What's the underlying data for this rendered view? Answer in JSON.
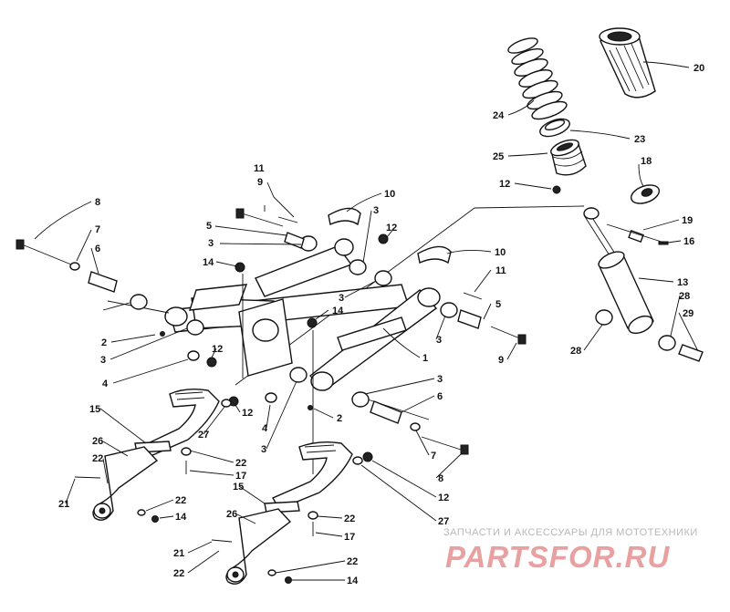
{
  "callouts": [
    {
      "id": "c-20-a",
      "text": "20"
    },
    {
      "id": "c-24-a",
      "text": "24"
    },
    {
      "id": "c-23-a",
      "text": "23"
    },
    {
      "id": "c-25-a",
      "text": "25"
    },
    {
      "id": "c-18-a",
      "text": "18"
    },
    {
      "id": "c-12-a",
      "text": "12"
    },
    {
      "id": "c-19-a",
      "text": "19"
    },
    {
      "id": "c-16-a",
      "text": "16"
    },
    {
      "id": "c-13-a",
      "text": "13"
    },
    {
      "id": "c-28-a",
      "text": "28"
    },
    {
      "id": "c-29-a",
      "text": "29"
    },
    {
      "id": "c-28-b",
      "text": "28"
    },
    {
      "id": "c-11-a",
      "text": "11"
    },
    {
      "id": "c-9-a",
      "text": "9"
    },
    {
      "id": "c-10-a",
      "text": "10"
    },
    {
      "id": "c-5-a",
      "text": "5"
    },
    {
      "id": "c-3-a",
      "text": "3"
    },
    {
      "id": "c-3-b",
      "text": "3"
    },
    {
      "id": "c-12-b",
      "text": "12"
    },
    {
      "id": "c-8-a",
      "text": "8"
    },
    {
      "id": "c-7-a",
      "text": "7"
    },
    {
      "id": "c-6-a",
      "text": "6"
    },
    {
      "id": "c-14-a",
      "text": "14"
    },
    {
      "id": "c-10-b",
      "text": "10"
    },
    {
      "id": "c-11-b",
      "text": "11"
    },
    {
      "id": "c-5-b",
      "text": "5"
    },
    {
      "id": "c-3-c",
      "text": "3"
    },
    {
      "id": "c-14-b",
      "text": "14"
    },
    {
      "id": "c-3-d",
      "text": "3"
    },
    {
      "id": "c-2-a",
      "text": "2"
    },
    {
      "id": "c-3-e",
      "text": "3"
    },
    {
      "id": "c-1-a",
      "text": "1"
    },
    {
      "id": "c-9-b",
      "text": "9"
    },
    {
      "id": "c-12-c",
      "text": "12"
    },
    {
      "id": "c-4-a",
      "text": "4"
    },
    {
      "id": "c-3-f",
      "text": "3"
    },
    {
      "id": "c-6-b",
      "text": "6"
    },
    {
      "id": "c-15-a",
      "text": "15"
    },
    {
      "id": "c-12-d",
      "text": "12"
    },
    {
      "id": "c-27-a",
      "text": "27"
    },
    {
      "id": "c-4-b",
      "text": "4"
    },
    {
      "id": "c-2-b",
      "text": "2"
    },
    {
      "id": "c-3-g",
      "text": "3"
    },
    {
      "id": "c-26-a",
      "text": "26"
    },
    {
      "id": "c-22-a",
      "text": "22"
    },
    {
      "id": "c-22-b",
      "text": "22"
    },
    {
      "id": "c-17-a",
      "text": "17"
    },
    {
      "id": "c-7-b",
      "text": "7"
    },
    {
      "id": "c-8-b",
      "text": "8"
    },
    {
      "id": "c-21-a",
      "text": "21"
    },
    {
      "id": "c-22-c",
      "text": "22"
    },
    {
      "id": "c-14-c",
      "text": "14"
    },
    {
      "id": "c-12-e",
      "text": "12"
    },
    {
      "id": "c-15-b",
      "text": "15"
    },
    {
      "id": "c-27-b",
      "text": "27"
    },
    {
      "id": "c-26-b",
      "text": "26"
    },
    {
      "id": "c-22-d",
      "text": "22"
    },
    {
      "id": "c-17-b",
      "text": "17"
    },
    {
      "id": "c-21-b",
      "text": "21"
    },
    {
      "id": "c-22-e",
      "text": "22"
    },
    {
      "id": "c-22-f",
      "text": "22"
    },
    {
      "id": "c-14-d",
      "text": "14"
    }
  ],
  "watermark": {
    "tagline": "ЗАПЧАСТИ И АКСЕССУАРЫ ДЛЯ МОТОТЕХНИКИ",
    "logo_text": "PARTSFOR.RU",
    "logo_color": "#e8a0a0"
  }
}
